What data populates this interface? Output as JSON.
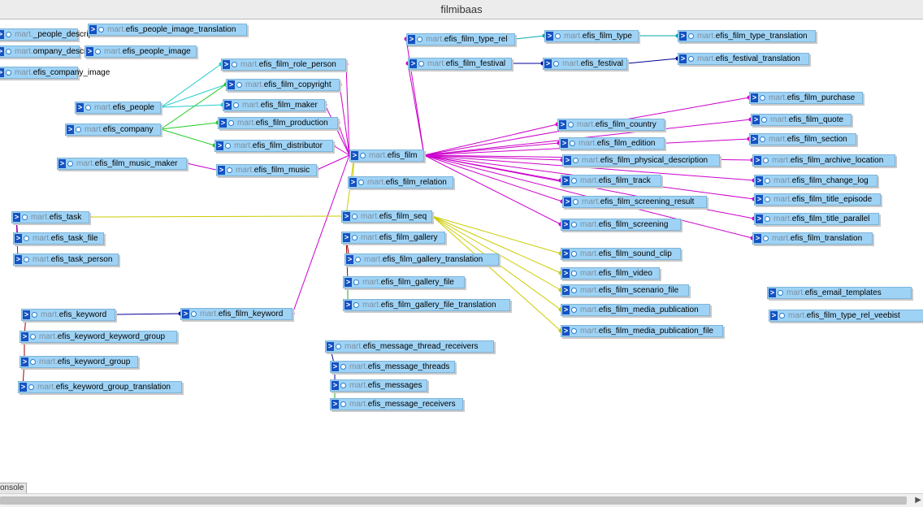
{
  "window": {
    "title": "filmibaas"
  },
  "schema_prefix": "mart.",
  "console_label": "onsole",
  "tables": [
    {
      "id": "people_description",
      "label": "_people_description"
    },
    {
      "id": "company_description",
      "label": "ompany_description"
    },
    {
      "id": "company_image",
      "label": "efis_company_image"
    },
    {
      "id": "people_image_translation",
      "label": "efis_people_image_translation"
    },
    {
      "id": "people_image",
      "label": "efis_people_image"
    },
    {
      "id": "people",
      "label": "efis_people"
    },
    {
      "id": "company",
      "label": "efis_company"
    },
    {
      "id": "film_music_maker",
      "label": "efis_film_music_maker"
    },
    {
      "id": "film_role_person",
      "label": "efis_film_role_person"
    },
    {
      "id": "film_copyright",
      "label": "efis_film_copyright"
    },
    {
      "id": "film_maker",
      "label": "efis_film_maker"
    },
    {
      "id": "film_production",
      "label": "efis_film_production"
    },
    {
      "id": "film_distributor",
      "label": "efis_film_distributor"
    },
    {
      "id": "film_music",
      "label": "efis_film_music"
    },
    {
      "id": "film_type_rel",
      "label": "efis_film_type_rel"
    },
    {
      "id": "film_festival",
      "label": "efis_film_festival"
    },
    {
      "id": "film_type",
      "label": "efis_film_type"
    },
    {
      "id": "festival",
      "label": "efis_festival"
    },
    {
      "id": "film_type_translation",
      "label": "efis_film_type_translation"
    },
    {
      "id": "festival_translation",
      "label": "efis_festival_translation"
    },
    {
      "id": "film",
      "label": "efis_film"
    },
    {
      "id": "film_relation",
      "label": "efis_film_relation"
    },
    {
      "id": "film_country",
      "label": "efis_film_country"
    },
    {
      "id": "film_edition",
      "label": "efis_film_edition"
    },
    {
      "id": "film_physical_description",
      "label": "efis_film_physical_description"
    },
    {
      "id": "film_track",
      "label": "efis_film_track"
    },
    {
      "id": "film_screening_result",
      "label": "efis_film_screening_result"
    },
    {
      "id": "film_screening",
      "label": "efis_film_screening"
    },
    {
      "id": "film_purchase",
      "label": "efis_film_purchase"
    },
    {
      "id": "film_quote",
      "label": "efis_film_quote"
    },
    {
      "id": "film_section",
      "label": "efis_film_section"
    },
    {
      "id": "film_archive_location",
      "label": "efis_film_archive_location"
    },
    {
      "id": "film_change_log",
      "label": "efis_film_change_log"
    },
    {
      "id": "film_title_episode",
      "label": "efis_film_title_episode"
    },
    {
      "id": "film_title_parallel",
      "label": "efis_film_title_parallel"
    },
    {
      "id": "film_translation",
      "label": "efis_film_translation"
    },
    {
      "id": "task",
      "label": "efis_task"
    },
    {
      "id": "task_file",
      "label": "efis_task_file"
    },
    {
      "id": "task_person",
      "label": "efis_task_person"
    },
    {
      "id": "film_seq",
      "label": "efis_film_seq"
    },
    {
      "id": "film_gallery",
      "label": "efis_film_gallery"
    },
    {
      "id": "film_gallery_translation",
      "label": "efis_film_gallery_translation"
    },
    {
      "id": "film_gallery_file",
      "label": "efis_film_gallery_file"
    },
    {
      "id": "film_gallery_file_translation",
      "label": "efis_film_gallery_file_translation"
    },
    {
      "id": "film_sound_clip",
      "label": "efis_film_sound_clip"
    },
    {
      "id": "film_video",
      "label": "efis_film_video"
    },
    {
      "id": "film_scenario_file",
      "label": "efis_film_scenario_file"
    },
    {
      "id": "film_media_publication",
      "label": "efis_film_media_publication"
    },
    {
      "id": "film_media_publication_file",
      "label": "efis_film_media_publication_file"
    },
    {
      "id": "email_templates",
      "label": "efis_email_templates"
    },
    {
      "id": "film_type_rel_veebist",
      "label": "efis_film_type_rel_veebist"
    },
    {
      "id": "keyword",
      "label": "efis_keyword"
    },
    {
      "id": "film_keyword",
      "label": "efis_film_keyword"
    },
    {
      "id": "keyword_keyword_group",
      "label": "efis_keyword_keyword_group"
    },
    {
      "id": "keyword_group",
      "label": "efis_keyword_group"
    },
    {
      "id": "keyword_group_translation",
      "label": "efis_keyword_group_translation"
    },
    {
      "id": "message_thread_receivers",
      "label": "efis_message_thread_receivers"
    },
    {
      "id": "message_threads",
      "label": "efis_message_threads"
    },
    {
      "id": "messages",
      "label": "efis_messages"
    },
    {
      "id": "message_receivers",
      "label": "efis_message_receivers"
    }
  ],
  "relations": [
    {
      "from": "film",
      "to": "film_type_rel",
      "color": "#cc00cc"
    },
    {
      "from": "film",
      "to": "film_festival",
      "color": "#cc00cc"
    },
    {
      "from": "film",
      "to": "film_role_person",
      "color": "#cc00cc"
    },
    {
      "from": "film",
      "to": "film_copyright",
      "color": "#cc00cc"
    },
    {
      "from": "film",
      "to": "film_maker",
      "color": "#cc00cc"
    },
    {
      "from": "film",
      "to": "film_production",
      "color": "#cc00cc"
    },
    {
      "from": "film",
      "to": "film_distributor",
      "color": "#cc00cc"
    },
    {
      "from": "film",
      "to": "film_music",
      "color": "#cc00cc"
    },
    {
      "from": "film",
      "to": "film_keyword",
      "color": "#cc00cc"
    },
    {
      "from": "film",
      "to": "film_country",
      "color": "#cc00cc"
    },
    {
      "from": "film",
      "to": "film_edition",
      "color": "#cc00cc"
    },
    {
      "from": "film",
      "to": "film_physical_description",
      "color": "#cc00cc"
    },
    {
      "from": "film",
      "to": "film_track",
      "color": "#cc00cc"
    },
    {
      "from": "film",
      "to": "film_screening_result",
      "color": "#cc00cc"
    },
    {
      "from": "film",
      "to": "film_screening",
      "color": "#cc00cc"
    },
    {
      "from": "film",
      "to": "film_purchase",
      "color": "#cc00cc"
    },
    {
      "from": "film",
      "to": "film_quote",
      "color": "#cc00cc"
    },
    {
      "from": "film",
      "to": "film_section",
      "color": "#cc00cc"
    },
    {
      "from": "film",
      "to": "film_archive_location",
      "color": "#cc00cc"
    },
    {
      "from": "film",
      "to": "film_change_log",
      "color": "#cc00cc"
    },
    {
      "from": "film",
      "to": "film_title_episode",
      "color": "#cc00cc"
    },
    {
      "from": "film",
      "to": "film_title_parallel",
      "color": "#cc00cc"
    },
    {
      "from": "film",
      "to": "film_translation",
      "color": "#cc00cc"
    },
    {
      "from": "film",
      "to": "film_relation",
      "color": "#cccc00"
    },
    {
      "from": "film",
      "to": "film_seq",
      "color": "#cccc00"
    },
    {
      "from": "film_seq",
      "to": "task",
      "color": "#cccc00"
    },
    {
      "from": "film_seq",
      "to": "film_sound_clip",
      "color": "#cccc00"
    },
    {
      "from": "film_seq",
      "to": "film_video",
      "color": "#cccc00"
    },
    {
      "from": "film_seq",
      "to": "film_scenario_file",
      "color": "#cccc00"
    },
    {
      "from": "film_seq",
      "to": "film_media_publication",
      "color": "#cccc00"
    },
    {
      "from": "film_seq",
      "to": "film_media_publication_file",
      "color": "#cccc00"
    },
    {
      "from": "film_type_rel",
      "to": "film_type",
      "color": "#00aaaa"
    },
    {
      "from": "film_type",
      "to": "film_type_translation",
      "color": "#00aaaa"
    },
    {
      "from": "film_festival",
      "to": "festival",
      "color": "#000099"
    },
    {
      "from": "festival",
      "to": "festival_translation",
      "color": "#000099"
    },
    {
      "from": "people",
      "to": "film_role_person",
      "color": "#22cccc"
    },
    {
      "from": "people",
      "to": "film_copyright",
      "color": "#22cccc"
    },
    {
      "from": "people",
      "to": "film_maker",
      "color": "#22cccc"
    },
    {
      "from": "company",
      "to": "film_copyright",
      "color": "#22cc22"
    },
    {
      "from": "company",
      "to": "film_production",
      "color": "#22cc22"
    },
    {
      "from": "company",
      "to": "film_distributor",
      "color": "#22cc22"
    },
    {
      "from": "film_music",
      "to": "film_music_maker",
      "color": "#cc00cc"
    },
    {
      "from": "keyword",
      "to": "film_keyword",
      "color": "#000099"
    },
    {
      "from": "keyword",
      "to": "keyword_keyword_group",
      "color": "#990000"
    },
    {
      "from": "keyword_group",
      "to": "keyword_keyword_group",
      "color": "#990000"
    },
    {
      "from": "keyword_group",
      "to": "keyword_group_translation",
      "color": "#990000"
    },
    {
      "from": "task",
      "to": "task_file",
      "color": "#990099"
    },
    {
      "from": "task",
      "to": "task_person",
      "color": "#990099"
    },
    {
      "from": "film_gallery",
      "to": "film_gallery_translation",
      "color": "#990000"
    },
    {
      "from": "film_gallery",
      "to": "film_gallery_file",
      "color": "#990000"
    },
    {
      "from": "film_gallery_file",
      "to": "film_gallery_file_translation",
      "color": "#22aa22"
    },
    {
      "from": "message_threads",
      "to": "message_thread_receivers",
      "color": "#000099"
    },
    {
      "from": "message_threads",
      "to": "messages",
      "color": "#000099"
    },
    {
      "from": "messages",
      "to": "message_receivers",
      "color": "#22aa22"
    }
  ]
}
